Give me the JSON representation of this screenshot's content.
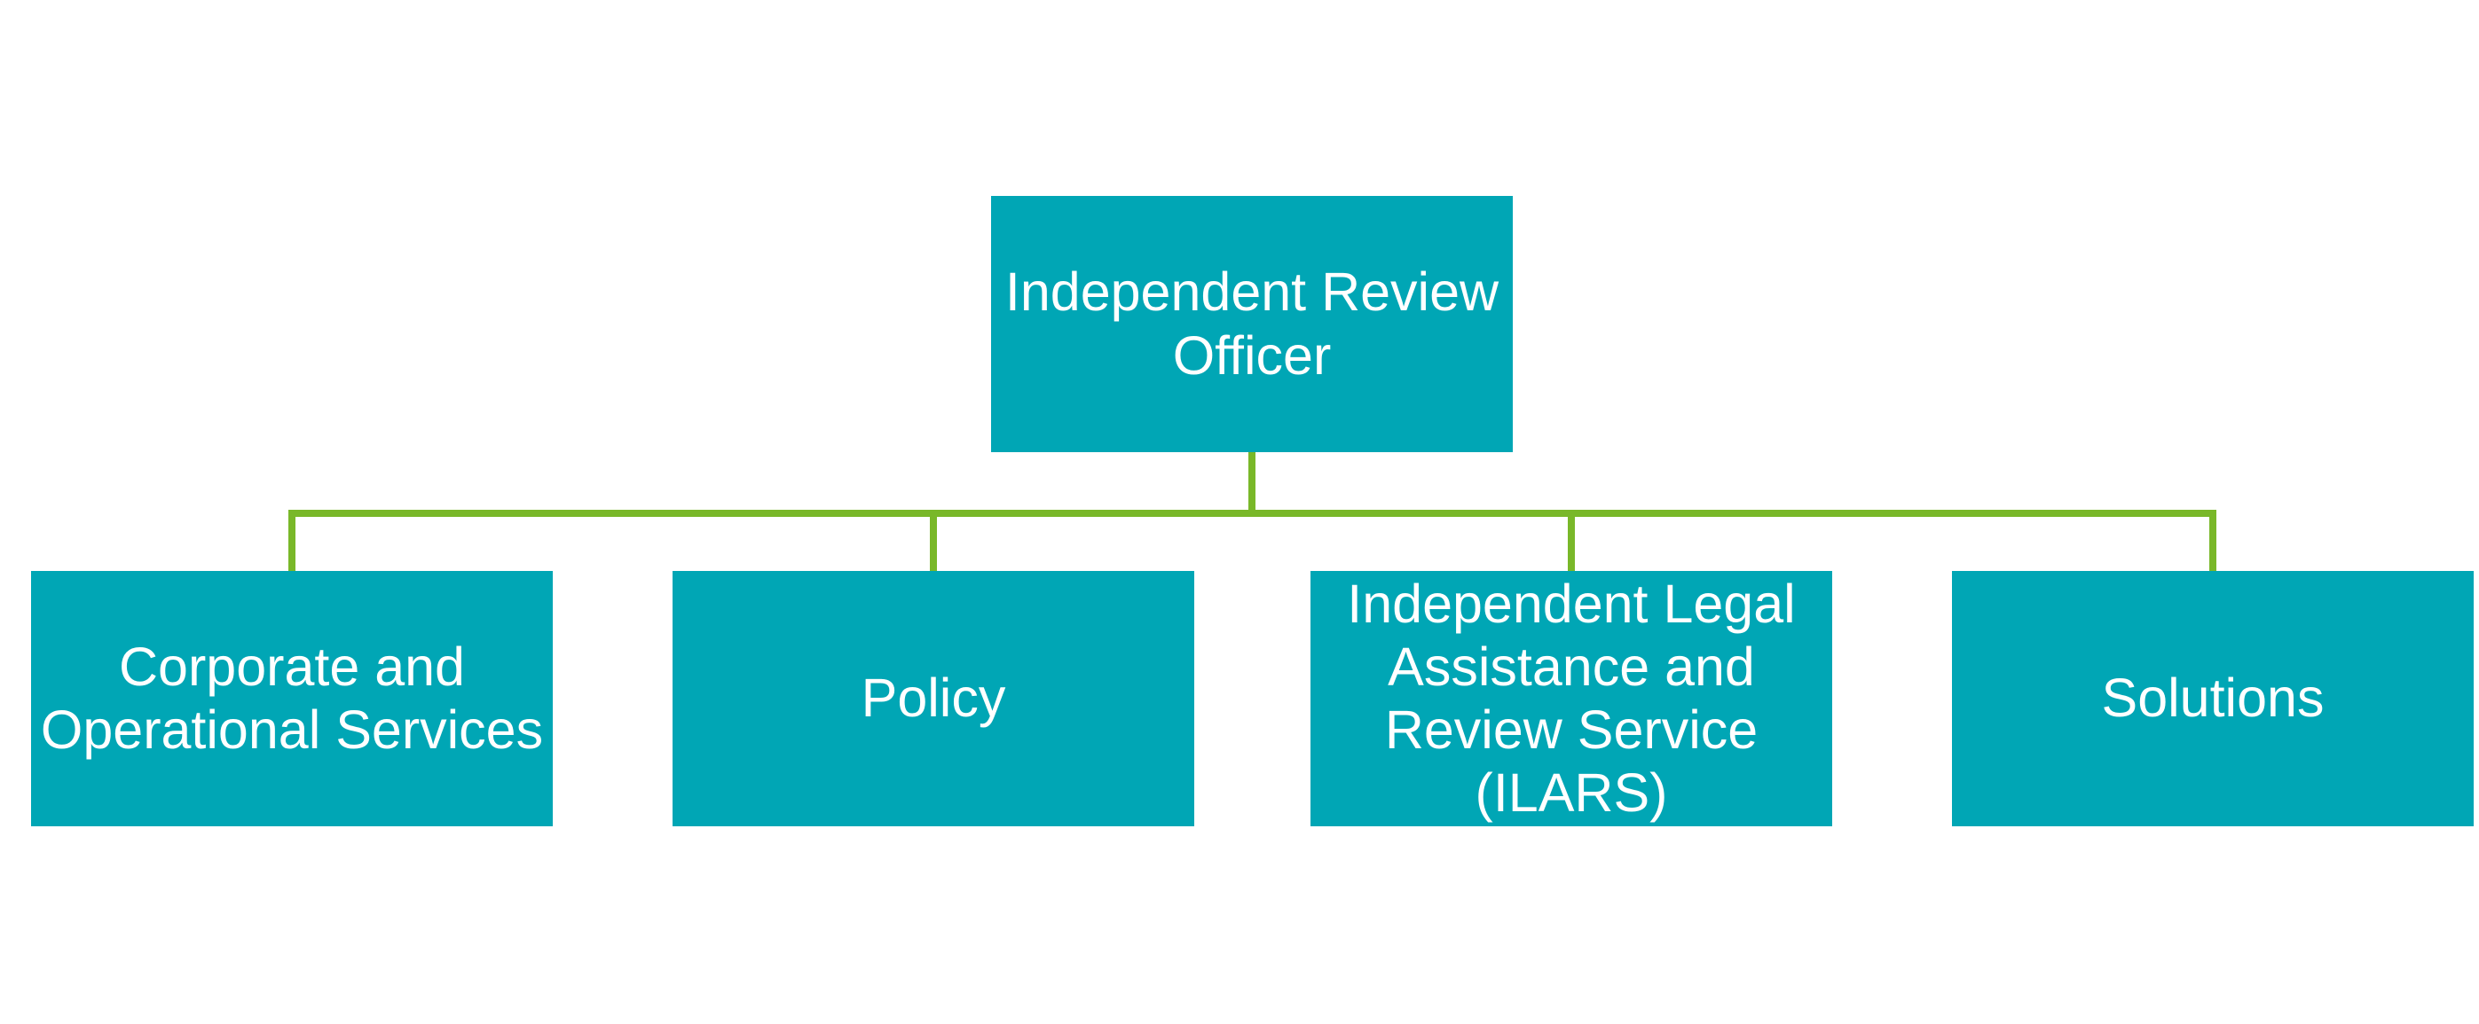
{
  "diagram": {
    "type": "org-chart",
    "background_color": "#FFFFFF",
    "node_fill_color": "#00A6B5",
    "node_text_color": "#FFFFFF",
    "connector_color": "#79B829",
    "root": {
      "id": "independent-review-officer",
      "label": "Independent Review\nOfficer"
    },
    "children": [
      {
        "id": "corporate-and-operational-services",
        "label": "Corporate and\nOperational Services"
      },
      {
        "id": "policy",
        "label": "Policy"
      },
      {
        "id": "ilars",
        "label": "Independent Legal\nAssistance and\nReview Service\n(ILARS)"
      },
      {
        "id": "solutions",
        "label": "Solutions"
      }
    ]
  }
}
